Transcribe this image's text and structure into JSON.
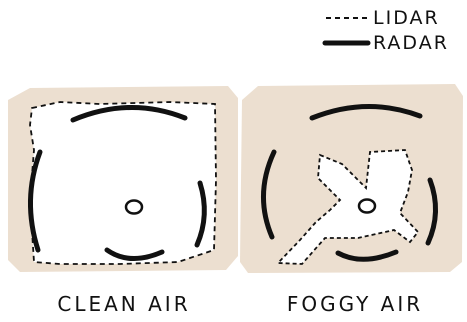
{
  "legend": {
    "lidar_label": "LIDAR",
    "radar_label": "RADAR"
  },
  "panels": {
    "clean": {
      "caption": "CLEAN AIR"
    },
    "foggy": {
      "caption": "FOGGY AIR"
    }
  },
  "colors": {
    "background_tan": "#ecdfd0",
    "free_space": "#ffffff",
    "ink": "#111111"
  }
}
